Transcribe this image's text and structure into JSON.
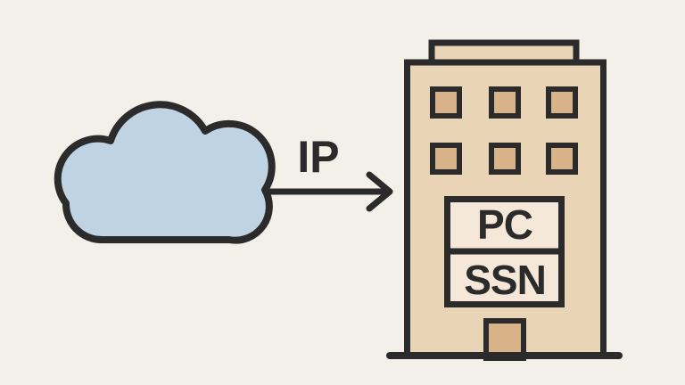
{
  "diagram": {
    "nodes": [
      {
        "id": "cloud",
        "icon": "cloud-icon"
      },
      {
        "id": "building",
        "icon": "building-icon"
      }
    ],
    "edges": [
      {
        "from": "cloud",
        "to": "building",
        "label": "IP",
        "icon": "arrow-right-icon"
      }
    ],
    "building": {
      "window_rows": 2,
      "window_columns": 3,
      "signs": [
        {
          "label": "PC"
        },
        {
          "label": "SSN"
        }
      ]
    },
    "colors": {
      "background": "#F3EFE9",
      "outline": "#2B2B2B",
      "cloud_fill": "#BFD3E3",
      "building_fill": "#E9D4B5",
      "window_fill": "#D8B38A",
      "sign_fill": "#F6E8D8",
      "door_fill": "#D8B38A"
    }
  }
}
